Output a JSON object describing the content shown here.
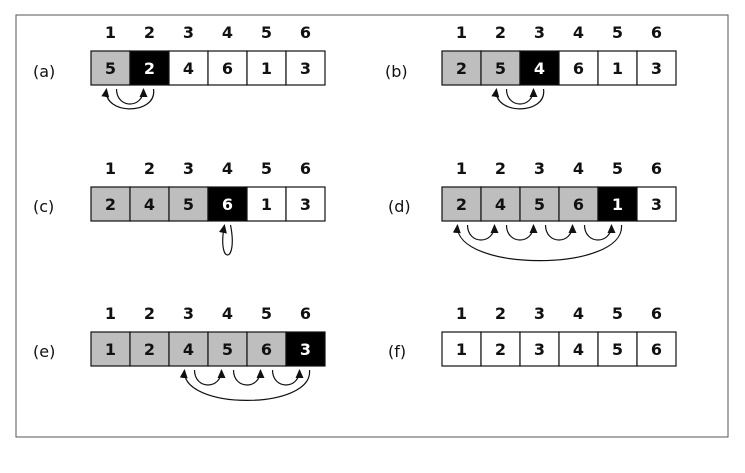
{
  "colors": {
    "sorted": "#bebebe",
    "current": "#000000",
    "unsorted": "#ffffff",
    "text_dark": "#111111",
    "text_light": "#ffffff"
  },
  "panels": [
    {
      "label": "(a)",
      "indices": [
        "1",
        "2",
        "3",
        "4",
        "5",
        "6"
      ],
      "values": [
        "5",
        "2",
        "4",
        "6",
        "1",
        "3"
      ],
      "states": [
        "sorted",
        "current",
        "unsorted",
        "unsorted",
        "unsorted",
        "unsorted"
      ],
      "arrows": [
        {
          "kind": "shift",
          "from": 1,
          "to": 2
        },
        {
          "kind": "insert",
          "from": 2,
          "to": 1
        }
      ]
    },
    {
      "label": "(b)",
      "indices": [
        "1",
        "2",
        "3",
        "4",
        "5",
        "6"
      ],
      "values": [
        "2",
        "5",
        "4",
        "6",
        "1",
        "3"
      ],
      "states": [
        "sorted",
        "sorted",
        "current",
        "unsorted",
        "unsorted",
        "unsorted"
      ],
      "arrows": [
        {
          "kind": "shift",
          "from": 2,
          "to": 3
        },
        {
          "kind": "insert",
          "from": 3,
          "to": 2
        }
      ]
    },
    {
      "label": "(c)",
      "indices": [
        "1",
        "2",
        "3",
        "4",
        "5",
        "6"
      ],
      "values": [
        "2",
        "4",
        "5",
        "6",
        "1",
        "3"
      ],
      "states": [
        "sorted",
        "sorted",
        "sorted",
        "current",
        "unsorted",
        "unsorted"
      ],
      "arrows": [
        {
          "kind": "self",
          "from": 4,
          "to": 4
        }
      ]
    },
    {
      "label": "(d)",
      "indices": [
        "1",
        "2",
        "3",
        "4",
        "5",
        "6"
      ],
      "values": [
        "2",
        "4",
        "5",
        "6",
        "1",
        "3"
      ],
      "states": [
        "sorted",
        "sorted",
        "sorted",
        "sorted",
        "current",
        "unsorted"
      ],
      "arrows": [
        {
          "kind": "shift",
          "from": 1,
          "to": 2
        },
        {
          "kind": "shift",
          "from": 2,
          "to": 3
        },
        {
          "kind": "shift",
          "from": 3,
          "to": 4
        },
        {
          "kind": "shift",
          "from": 4,
          "to": 5
        },
        {
          "kind": "insert",
          "from": 5,
          "to": 1
        }
      ]
    },
    {
      "label": "(e)",
      "indices": [
        "1",
        "2",
        "3",
        "4",
        "5",
        "6"
      ],
      "values": [
        "1",
        "2",
        "4",
        "5",
        "6",
        "3"
      ],
      "states": [
        "sorted",
        "sorted",
        "sorted",
        "sorted",
        "sorted",
        "current"
      ],
      "arrows": [
        {
          "kind": "shift",
          "from": 3,
          "to": 4
        },
        {
          "kind": "shift",
          "from": 4,
          "to": 5
        },
        {
          "kind": "shift",
          "from": 5,
          "to": 6
        },
        {
          "kind": "insert",
          "from": 6,
          "to": 3
        }
      ]
    },
    {
      "label": "(f)",
      "indices": [
        "1",
        "2",
        "3",
        "4",
        "5",
        "6"
      ],
      "values": [
        "1",
        "2",
        "3",
        "4",
        "5",
        "6"
      ],
      "states": [
        "unsorted",
        "unsorted",
        "unsorted",
        "unsorted",
        "unsorted",
        "unsorted"
      ],
      "arrows": []
    }
  ]
}
